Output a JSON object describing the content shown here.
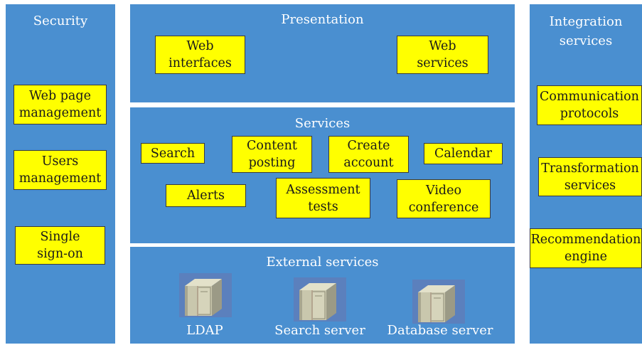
{
  "left": {
    "title": "Security",
    "items": [
      {
        "lines": [
          "Web page",
          "management"
        ]
      },
      {
        "lines": [
          "Users",
          "management"
        ]
      },
      {
        "lines": [
          "Single",
          "sign-on"
        ]
      }
    ]
  },
  "presentation": {
    "title": "Presentation",
    "items": [
      {
        "lines": [
          "Web",
          "interfaces"
        ]
      },
      {
        "lines": [
          "Web",
          "services"
        ]
      }
    ]
  },
  "services": {
    "title": "Services",
    "items": [
      {
        "lines": [
          "Search"
        ]
      },
      {
        "lines": [
          "Content",
          "posting"
        ]
      },
      {
        "lines": [
          "Create",
          "account"
        ]
      },
      {
        "lines": [
          "Calendar"
        ]
      },
      {
        "lines": [
          "Alerts"
        ]
      },
      {
        "lines": [
          "Assessment",
          "tests"
        ]
      },
      {
        "lines": [
          "Video",
          "conference"
        ]
      }
    ]
  },
  "external": {
    "title": "External services",
    "servers": [
      {
        "label": "LDAP",
        "icon": "server-icon"
      },
      {
        "label": "Search server",
        "icon": "server-icon"
      },
      {
        "label": "Database server",
        "icon": "server-icon"
      }
    ]
  },
  "right": {
    "title_lines": [
      "Integration",
      "services"
    ],
    "items": [
      {
        "lines": [
          "Communication",
          "protocols"
        ]
      },
      {
        "lines": [
          "Transformation",
          "services"
        ]
      },
      {
        "lines": [
          "Recommendation",
          "engine"
        ]
      }
    ]
  },
  "colors": {
    "panel": "#4a8fd0",
    "box": "#ffff00",
    "text_on_panel": "#ffffff",
    "server_bg": "#5b80bd"
  }
}
